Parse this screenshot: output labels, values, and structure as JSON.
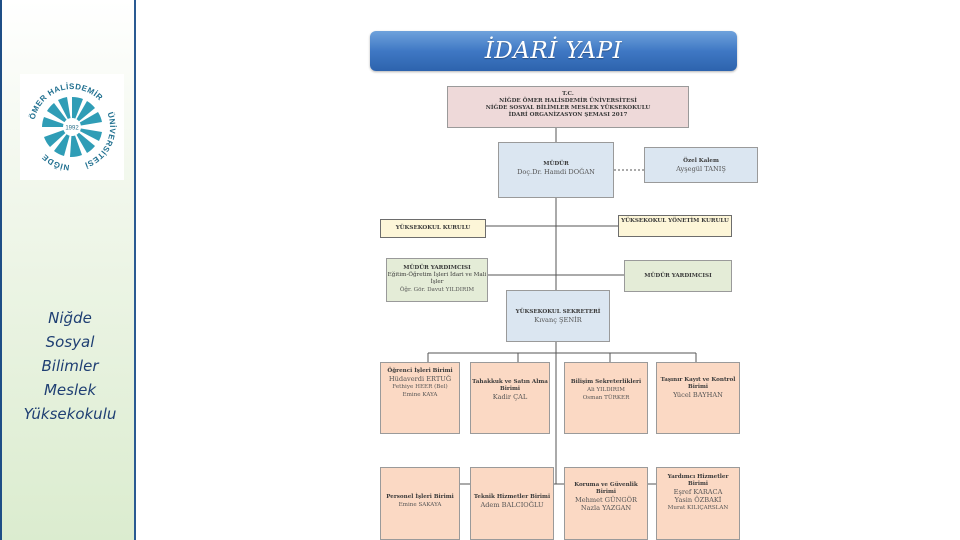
{
  "sidebar": {
    "logo": {
      "ring_text_top": "ÖMER HALİSDEMİR",
      "ring_text_left": "NİĞDE",
      "ring_text_bottom": "ÜNİVERSİTESİ",
      "center_text": "1992"
    },
    "school_name_lines": [
      "Niğde",
      "Sosyal",
      "Bilimler",
      "Meslek",
      "Yüksekokulu"
    ]
  },
  "banner": {
    "title": "İDARİ YAPI"
  },
  "org_chart": {
    "header": {
      "lines": [
        "T.C.",
        "NİĞDE ÖMER HALİSDEMİR ÜNİVERSİTESİ",
        "NİĞDE SOSYAL BİLİMLER MESLEK YÜKSEKOKULU",
        "İDARİ ORGANİZASYON ŞEMASI 2017"
      ]
    },
    "director": {
      "title": "MÜDÜR",
      "person": "Doç.Dr. Hamdi DOĞAN"
    },
    "secretary_private": {
      "title": "Özel Kalem",
      "person": "Ayşegül TANIŞ"
    },
    "council": {
      "title": "YÜKSEKOKUL KURULU"
    },
    "board": {
      "title": "YÜKSEKOKUL YÖNETİM KURULU"
    },
    "vice_left": {
      "title": "MÜDÜR YARDIMCISI",
      "sub": "Eğitim-Öğretim İşleri İdari ve Mali İşler",
      "person": "Öğr. Gör. Davut YILDIRIM"
    },
    "vice_right": {
      "title": "MÜDÜR YARDIMCISI"
    },
    "school_secretary": {
      "title": "YÜKSEKOKUL SEKRETERİ",
      "person": "Kıvanç ŞENİR"
    },
    "units_row1": [
      {
        "title": "Öğrenci İşleri Birimi",
        "people": [
          "Hüdaverdi ERTUĞ",
          "Fethiye HEER (Bel)",
          "Emine KAYA"
        ]
      },
      {
        "title": "Tahakkuk ve Satın Alma Birimi",
        "people": [
          "Kadir ÇAL"
        ]
      },
      {
        "title": "Bilişim Sekreterlikleri",
        "people": [
          "Ali YILDIRIM",
          "Osman TÜRKER"
        ]
      },
      {
        "title": "Taşınır Kayıt ve Kontrol Birimi",
        "people": [
          "Yücel BAYHAN"
        ]
      }
    ],
    "units_row2": [
      {
        "title": "Personel İşleri Birimi",
        "people": [
          "Emine SAKAYA"
        ]
      },
      {
        "title": "Teknik Hizmetler Birimi",
        "people": [
          "Adem BALCIOĞLU"
        ]
      },
      {
        "title": "Koruma ve Güvenlik Birimi",
        "people": [
          "Mehmet GÜNGÖR",
          "Nazla YAZGAN"
        ]
      },
      {
        "title": "Yardımcı Hizmetler Birimi",
        "people": [
          "Eşref KARACA",
          "Yasin ÖZBAKİ",
          "Murat KILIÇARSLAN"
        ]
      }
    ]
  },
  "colors": {
    "banner": "#3f78c4",
    "header_box": "#eed9d9",
    "director_box": "#dbe6f1",
    "council_box": "#fdf6d8",
    "vice_box": "#e4ecd7",
    "unit_box": "#fbd9c4",
    "school_name_text": "#1f3f73"
  }
}
